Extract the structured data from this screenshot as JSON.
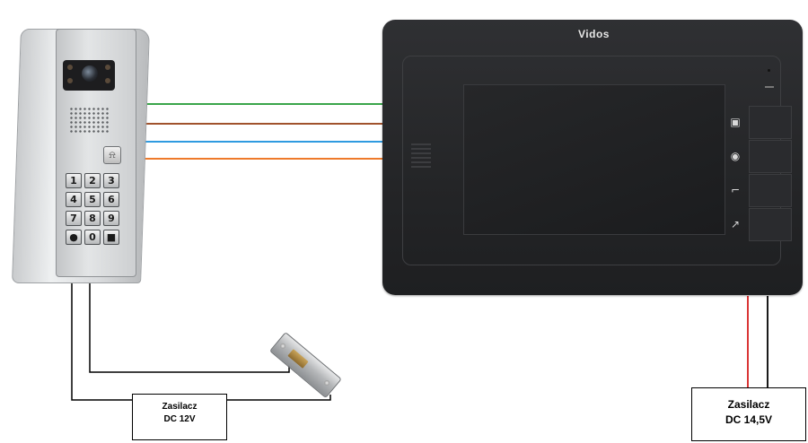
{
  "monitor": {
    "brand": "Vidos"
  },
  "keypad": {
    "keys": [
      "1",
      "2",
      "3",
      "4",
      "5",
      "6",
      "7",
      "8",
      "9",
      "●",
      "0",
      "■"
    ]
  },
  "monitor_buttons": [
    {
      "icon": "monitor-icon",
      "glyph": "▣"
    },
    {
      "icon": "talk-icon",
      "glyph": "◉"
    },
    {
      "icon": "key-unlock-icon",
      "glyph": "⌐"
    },
    {
      "icon": "intercom-icon",
      "glyph": "↗"
    }
  ],
  "power_left": {
    "line1": "Zasilacz",
    "line2": "DC 12V"
  },
  "power_right": {
    "line1": "Zasilacz",
    "line2": "DC 14,5V"
  },
  "colors": {
    "wire_green": "#3aa54a",
    "wire_brown": "#a0522d",
    "wire_blue": "#2f9be0",
    "wire_orange": "#ee7a2b",
    "wire_red": "#d62020",
    "wire_black": "#000000"
  }
}
